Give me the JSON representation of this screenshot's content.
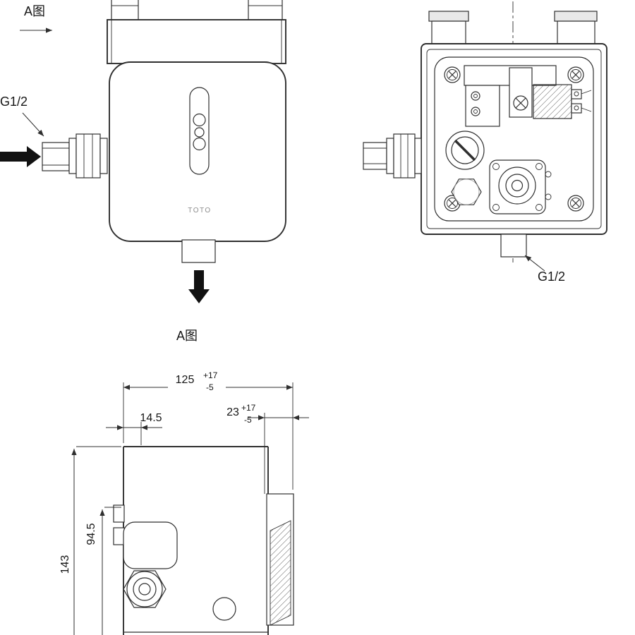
{
  "view_marker": {
    "top": "A图",
    "bottom": "A图"
  },
  "threads": {
    "inlet": "G1/2",
    "outlet": "G1/2"
  },
  "brand": {
    "logo": "TOTO"
  },
  "dimensions": {
    "overall_width": {
      "value": "125",
      "tol_plus": "+17",
      "tol_minus": "-5"
    },
    "sensor_offset": {
      "value": "14.5"
    },
    "wall_plate_depth": {
      "value": "23",
      "tol_plus": "+17",
      "tol_minus": "-5"
    },
    "inlet_center_height": {
      "value": "94.5"
    },
    "overall_height": {
      "value": "143"
    }
  }
}
